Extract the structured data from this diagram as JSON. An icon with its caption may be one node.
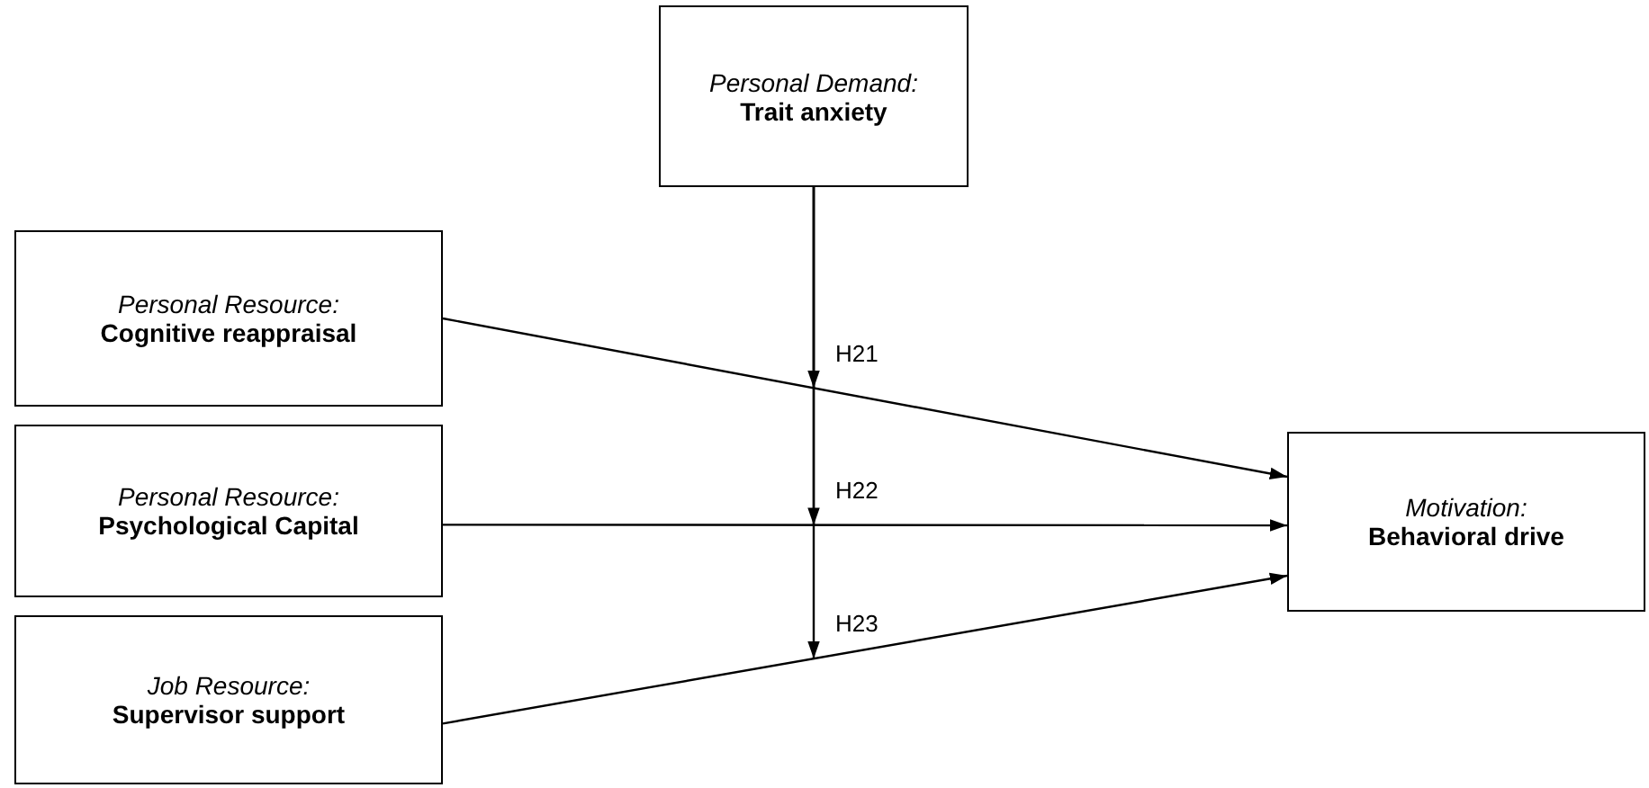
{
  "diagram": {
    "nodes": [
      {
        "text": [
          "Personal Demand:",
          "Trait anxiety"
        ]
      },
      {
        "text": [
          "Personal Resource:",
          "Cognitive reappraisal"
        ]
      },
      {
        "text": [
          "Personal Resource:",
          "Psychological Capital"
        ]
      },
      {
        "text": [
          "Job Resource:",
          "Supervisor support"
        ]
      },
      {
        "text": [
          "Motivation:",
          "Behavioral drive"
        ]
      }
    ],
    "edges": [
      {
        "from": 1,
        "to": 4,
        "arrow": "to"
      },
      {
        "from": 2,
        "to": 4,
        "arrow": "to"
      },
      {
        "from": 3,
        "to": 4,
        "arrow": "to"
      },
      {
        "from": 0,
        "to": null,
        "arrow": "to",
        "label": "H21"
      },
      {
        "from": 0,
        "to": null,
        "arrow": "to",
        "label": "H22"
      },
      {
        "from": 0,
        "to": null,
        "arrow": "to",
        "label": "H23"
      }
    ]
  }
}
